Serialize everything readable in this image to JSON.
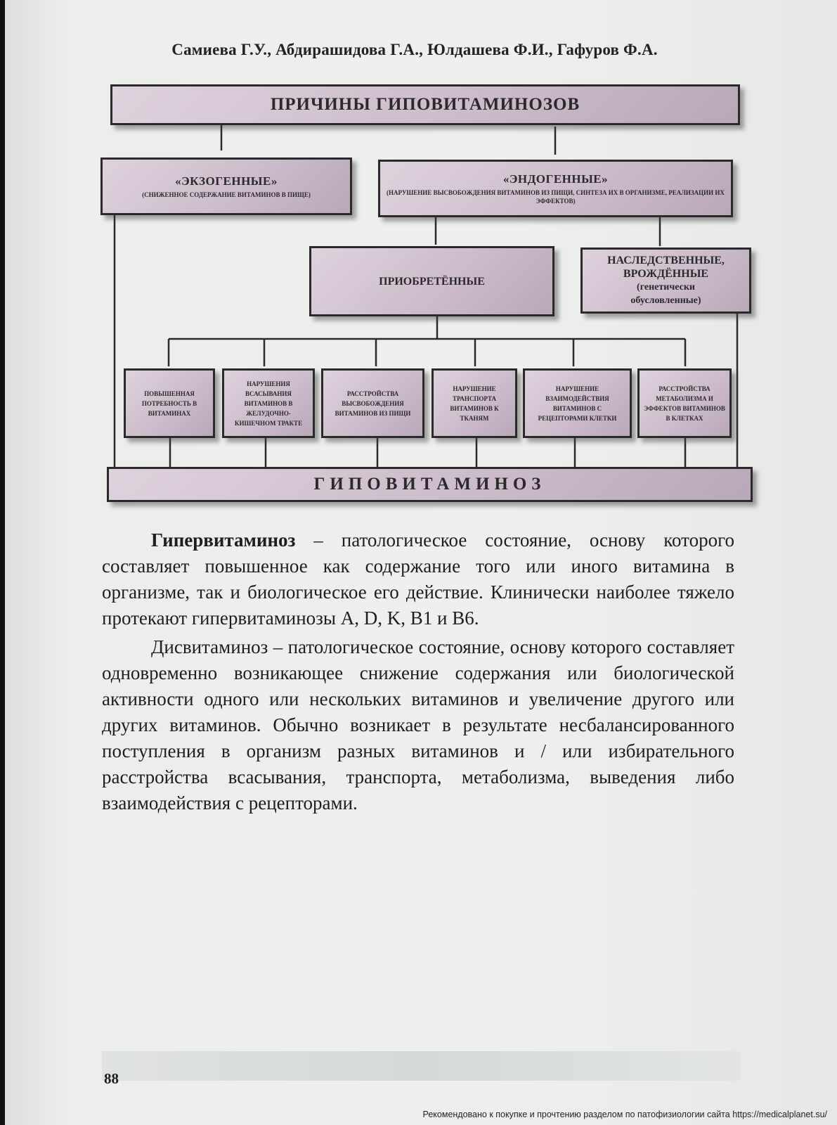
{
  "header": {
    "authors": "Самиева Г.У., Абдирашидова Г.А., Юлдашева Ф.И., Гафуров Ф.А."
  },
  "diagram": {
    "title": "ПРИЧИНЫ ГИПОВИТАМИНОЗОВ",
    "exogenous": {
      "title": "«ЭКЗОГЕННЫЕ»",
      "subtitle": "(СНИЖЕННОЕ СОДЕРЖАНИЕ ВИТАМИНОВ В ПИЩЕ)"
    },
    "endogenous": {
      "title": "«ЭНДОГЕННЫЕ»",
      "subtitle": "(НАРУШЕНИЕ ВЫСВОБОЖДЕНИЯ ВИТАМИНОВ ИЗ ПИЩИ, СИНТЕЗА ИХ В ОРГАНИЗМЕ, РЕАЛИЗАЦИИ ИХ ЭФФЕКТОВ)"
    },
    "acquired": "ПРИОБРЕТЁННЫЕ",
    "hereditary": {
      "line1": "НАСЛЕДСТВЕННЫЕ,",
      "line2": "ВРОЖДЁННЫЕ",
      "line3": "(генетически",
      "line4": "обусловленные)"
    },
    "causes": [
      "ПОВЫШЕННАЯ ПОТРЕБНОСТЬ В ВИТАМИНАХ",
      "НАРУШЕНИЯ ВСАСЫВАНИЯ ВИТАМИНОВ В ЖЕЛУДОЧНО-КИШЕЧНОМ ТРАКТЕ",
      "РАССТРОЙСТВА ВЫСВОБОЖДЕНИЯ ВИТАМИНОВ ИЗ ПИЩИ",
      "НАРУШЕНИЕ ТРАНСПОРТА ВИТАМИНОВ К ТКАНЯМ",
      "НАРУШЕНИЕ ВЗАИМОДЕЙСТВИЯ ВИТАМИНОВ С РЕЦЕПТОРАМИ КЛЕТКИ",
      "РАССТРОЙСТВА МЕТАБОЛИЗМА И ЭФФЕКТОВ ВИТАМИНОВ В КЛЕТКАХ"
    ],
    "result": "ГИПОВИТАМИНОЗ"
  },
  "text": {
    "p1_term": "Гипервитаминоз",
    "p1_rest": " – патологическое состояние, основу которого составляет повышенное как содержание того или иного витамина в организме, так и биологическое его действие. Клинически наиболее тяжело протекают гипервитаминозы A, D, K, B1 и B6.",
    "p2": "Дисвитаминоз – патологическое состояние, основу которого составляет одновременно возникающее снижение содержания или биологической активности одного или нескольких витаминов и увеличение другого или других витаминов. Обычно возникает в результате несбалансированного поступления в организм разных витаминов и / или избирательного расстройства всасывания, транспорта, метаболизма, выведения либо взаимодействия с рецепторами."
  },
  "page_number": "88",
  "footer_note": "Рекомендовано к покупке и прочтению разделом по патофизиологии сайта https://medicalplanet.su/"
}
